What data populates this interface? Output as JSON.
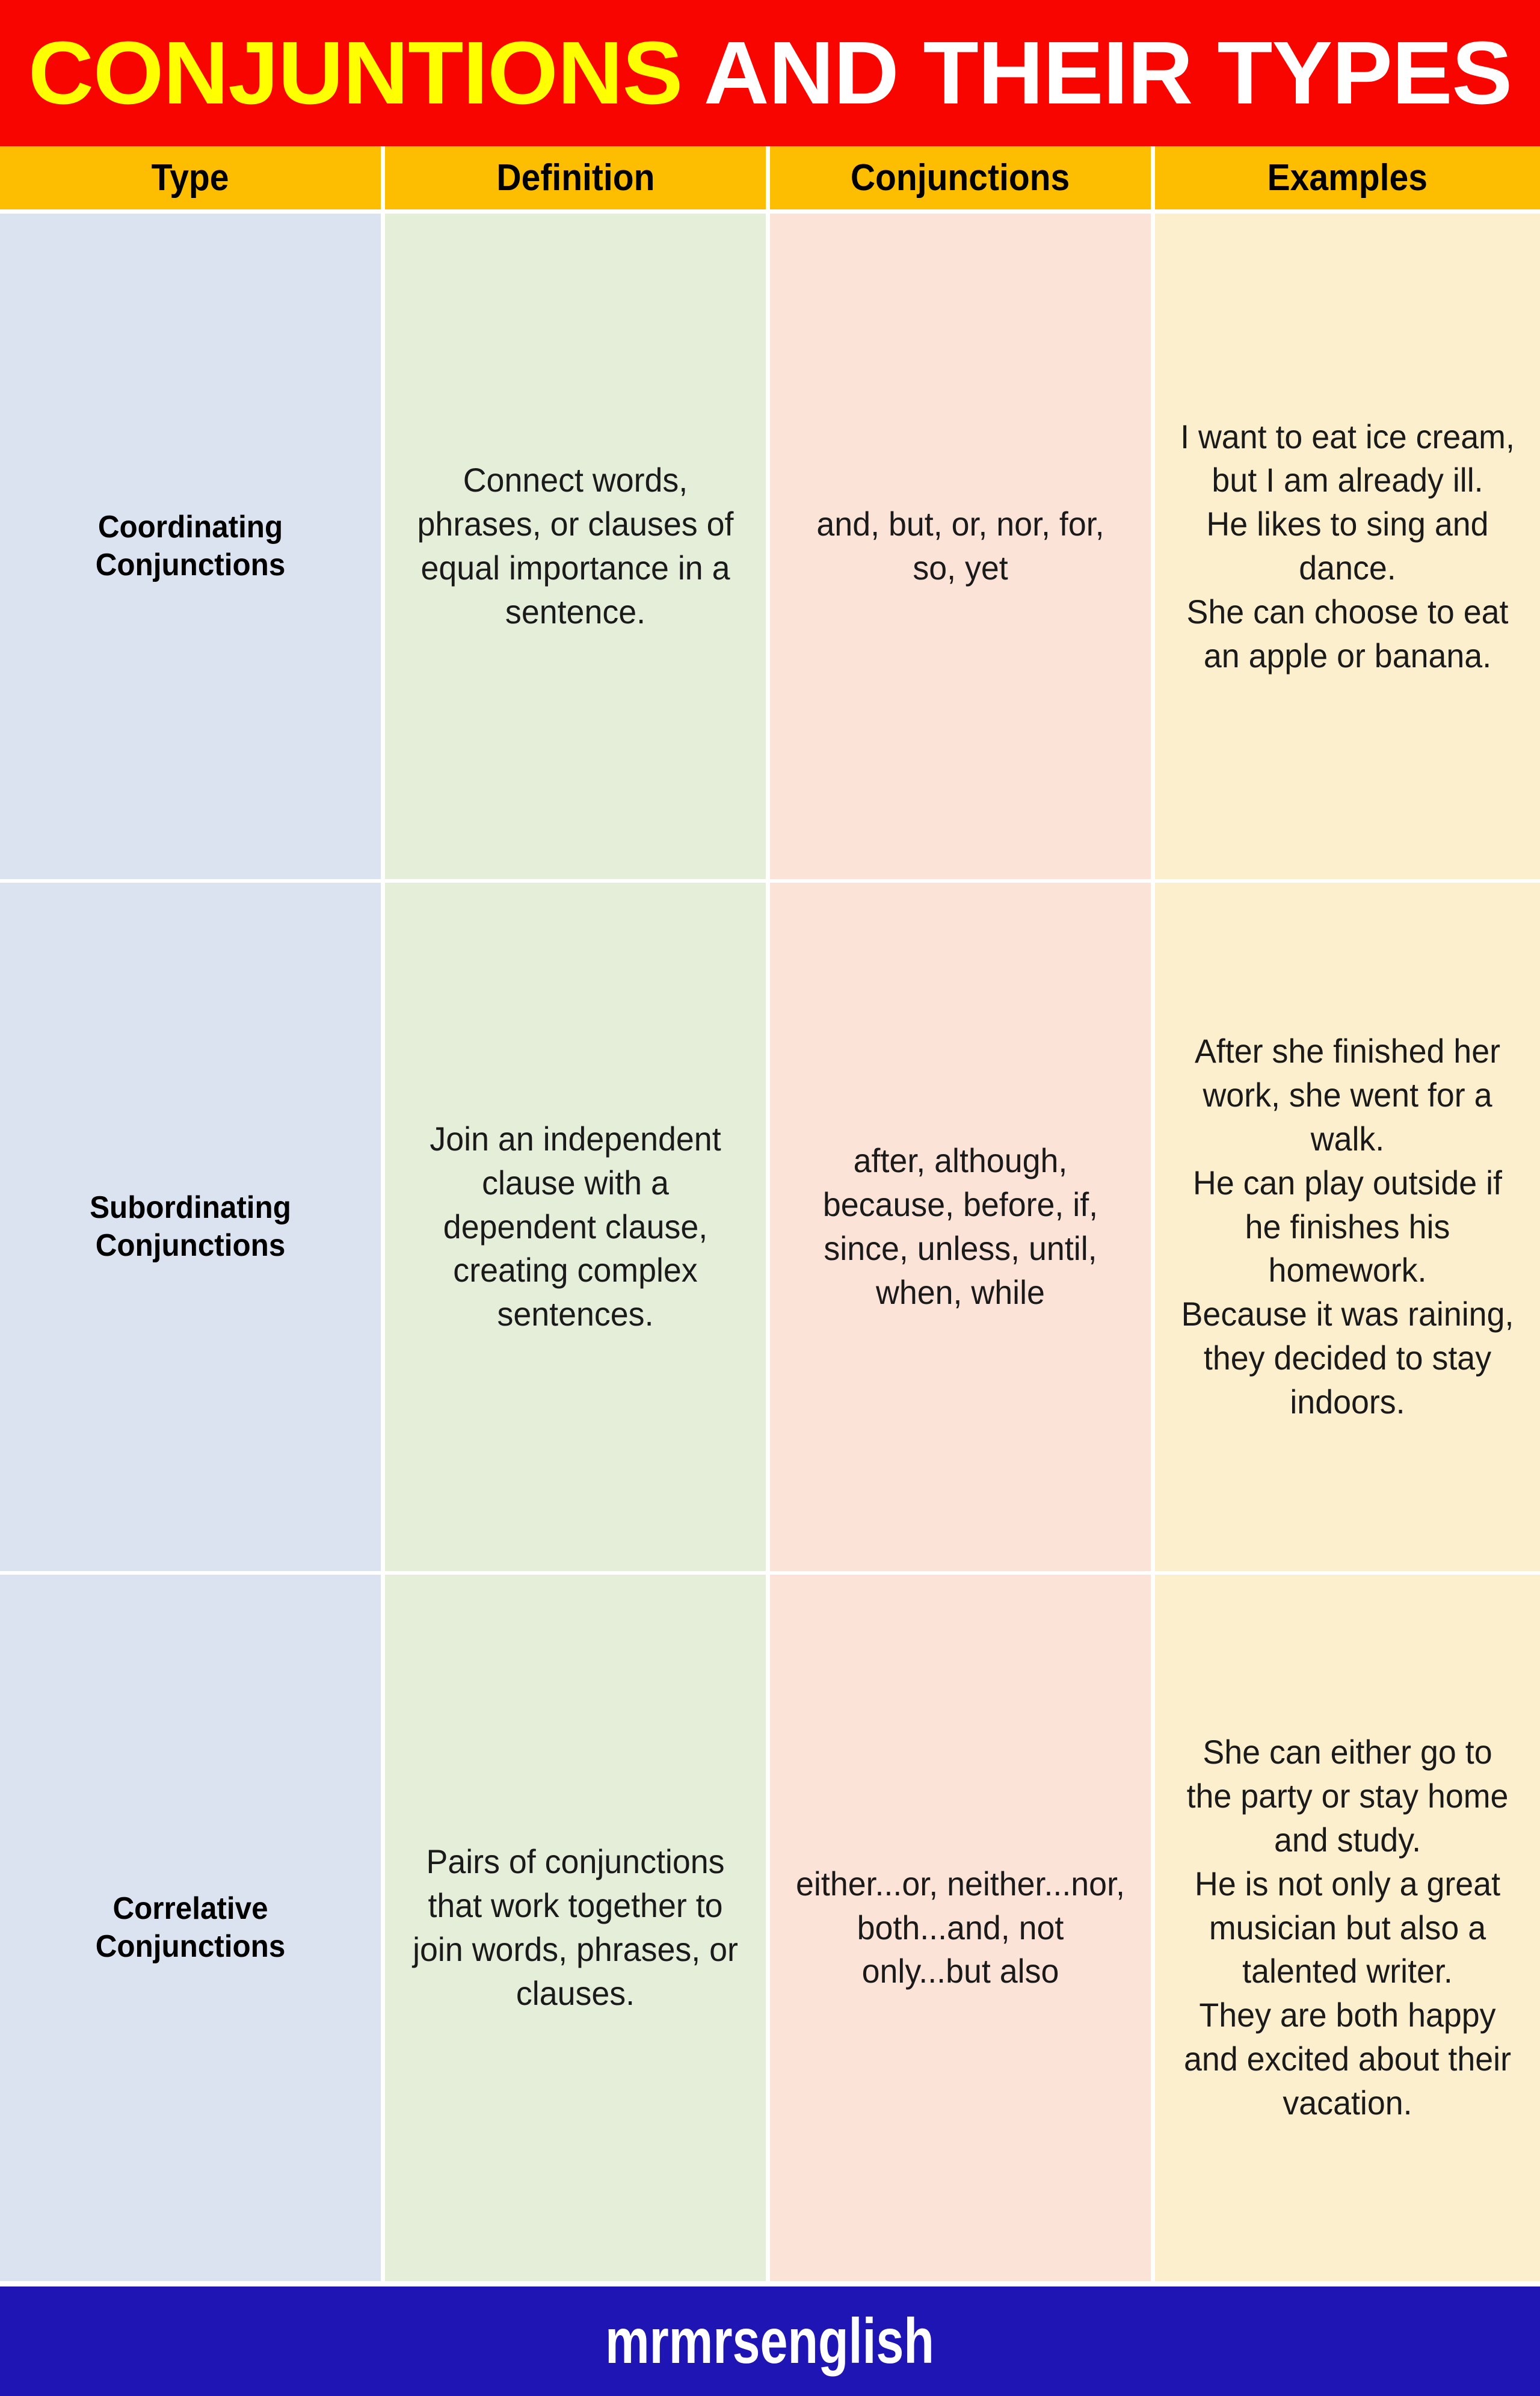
{
  "title": {
    "highlight": "CONJUNTIONS",
    "rest": " AND THEIR TYPES"
  },
  "table": {
    "headers": {
      "type": "Type",
      "definition": "Definition",
      "conjunctions": "Conjunctions",
      "examples": "Examples"
    },
    "rows": [
      {
        "type": "Coordinating Conjunctions",
        "definition": "Connect words, phrases, or clauses of equal importance in a sentence.",
        "conjunctions": "and, but, or, nor, for, so, yet",
        "examples": [
          "I want to eat ice cream, but I am already ill.",
          "He likes to sing and dance.",
          "She can choose to eat an apple or banana."
        ]
      },
      {
        "type": "Subordinating Conjunctions",
        "definition": "Join an independent clause with a dependent clause, creating complex sentences.",
        "conjunctions": "after, although, because, before, if, since, unless, until, when, while",
        "examples": [
          "After she finished her work, she went for a walk.",
          "He can play outside if he finishes his homework.",
          "Because it was raining, they decided to stay indoors."
        ]
      },
      {
        "type": "Correlative Conjunctions",
        "definition": "Pairs of conjunctions that work together to join words, phrases, or clauses.",
        "conjunctions": "either...or, neither...nor, both...and, not only...but also",
        "examples": [
          "She can either go to the party or stay home and study.",
          "He is not only a great musician but also a talented writer.",
          "They are both happy and excited about their vacation."
        ]
      }
    ]
  },
  "footer": {
    "brand": "mrmrsenglish"
  },
  "colors": {
    "title_bg": "#f90500",
    "title_highlight": "#ffff00",
    "title_rest": "#ffffff",
    "header_bg": "#fdbe02",
    "type_cell_bg": "#dce3f0",
    "definition_cell_bg": "#e4eed9",
    "conjunctions_cell_bg": "#fce3d8",
    "examples_cell_bg": "#fcefce",
    "footer_bg": "#1f14b4",
    "footer_text": "#ffffff"
  }
}
